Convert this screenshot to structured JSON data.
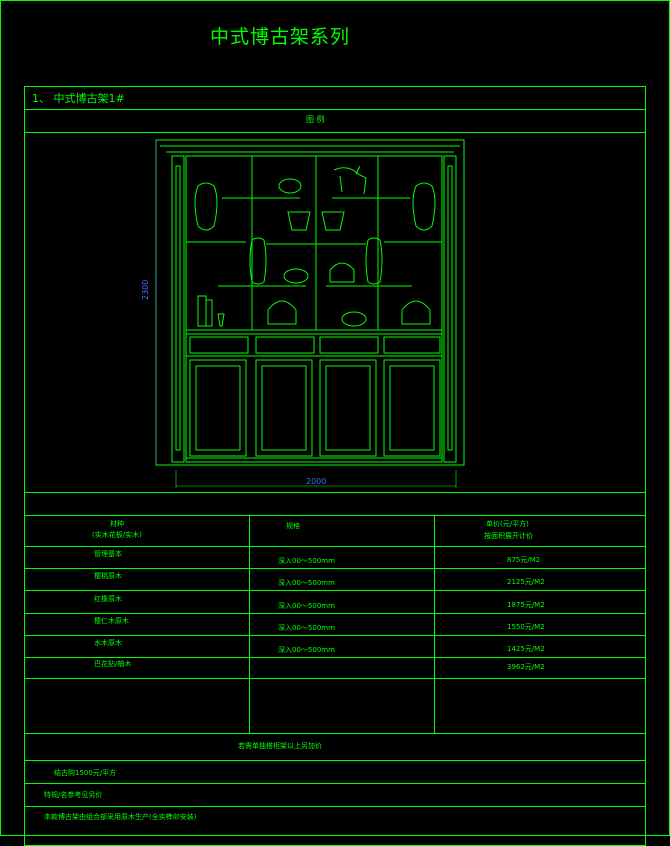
{
  "title": "中式博古架系列",
  "section": "1、 中式博古架1#",
  "sub_header": "图 例",
  "dims": {
    "height": "2300",
    "width": "2000"
  },
  "table": {
    "headers": {
      "material": "材种",
      "material_sub": "(实木花板/实木)",
      "spec": "规格",
      "price": "单价(元/平方)",
      "price_sub": "按面积展开计价"
    },
    "rows": [
      {
        "material": "管理基本",
        "spec": "深入00～500mm",
        "price": "875元/M2"
      },
      {
        "material": "樱桃原木",
        "spec": "深入00～500mm",
        "price": "2125元/M2"
      },
      {
        "material": "红橡原木",
        "spec": "深入00～500mm",
        "price": "1875元/M2"
      },
      {
        "material": "樱仁木原木",
        "spec": "深入00～500mm",
        "price": "1550元/M2"
      },
      {
        "material": "水木原木",
        "spec": "深入00～500mm",
        "price": "1425元/M2"
      },
      {
        "material": "巴花贴/柚木",
        "spec": "",
        "price": "3962元/M2"
      }
    ],
    "note_center": "若需单独搭柜架以上另加价",
    "note1": "结古购1500元/平方",
    "note2": "特规/名参考见另价",
    "note3": "本款博古架由组合部采用原木生产(全实榫卯安装)"
  }
}
